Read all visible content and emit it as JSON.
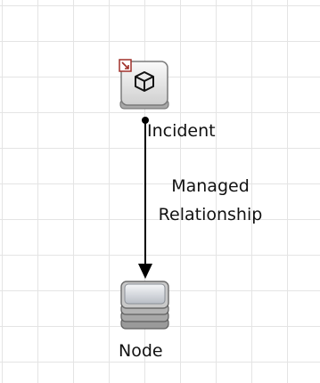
{
  "diagram": {
    "nodes": [
      {
        "id": "incident",
        "label": "Incident",
        "icon": "incident-cube-icon"
      },
      {
        "id": "node",
        "label": "Node",
        "icon": "node-stack-icon"
      }
    ],
    "edges": [
      {
        "from": "incident",
        "to": "node",
        "label_line1": "Managed",
        "label_line2": "Relationship"
      }
    ]
  },
  "colors": {
    "grid": "#e4e4e4",
    "edge": "#000000",
    "badge": "#a0302a"
  }
}
